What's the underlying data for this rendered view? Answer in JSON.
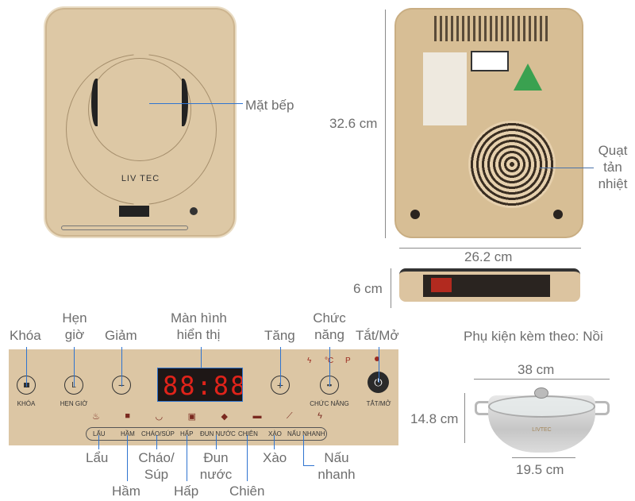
{
  "cooktop_top": {
    "label": "Mặt bếp",
    "brand": "LIV TEC",
    "brand_logo_text": "LIVTEC"
  },
  "cooktop_back": {
    "height_label": "32.6 cm",
    "width_label": "26.2 cm",
    "fan_label": [
      "Quạt",
      "tản",
      "nhiệt"
    ]
  },
  "cooktop_side": {
    "height_label": "6 cm"
  },
  "panel": {
    "callouts_top": [
      {
        "text": [
          "Khóa"
        ]
      },
      {
        "text": [
          "Hẹn",
          "giờ"
        ]
      },
      {
        "text": [
          "Giảm"
        ]
      },
      {
        "text": [
          "Màn hình",
          "hiển thị"
        ]
      },
      {
        "text": [
          "Tăng"
        ]
      },
      {
        "text": [
          "Chức",
          "năng"
        ]
      },
      {
        "text": [
          "Tắt/Mở"
        ]
      }
    ],
    "buttons": [
      {
        "label": "KHÓA",
        "icon": "lock-icon"
      },
      {
        "label": "HẸN GIỜ",
        "icon": "clock-icon"
      },
      {
        "label": "",
        "icon": "minus-icon"
      },
      {
        "label": "",
        "icon": "plus-icon"
      },
      {
        "label": "CHỨC NĂNG",
        "icon": "grid-icon"
      },
      {
        "label": "TẮT/MỞ",
        "icon": "power-icon"
      }
    ],
    "display": "88:88",
    "indicators": [
      "ϟ",
      "°C",
      "P"
    ],
    "modes": [
      "LẨU",
      "HẦM",
      "CHÁO/SÚP",
      "HẤP",
      "ĐUN NƯỚC",
      "CHIÊN",
      "XÀO",
      "NẤU NHANH"
    ],
    "callouts_bottom": [
      {
        "text": [
          "Lẩu"
        ]
      },
      {
        "text": [
          "Hầm"
        ]
      },
      {
        "text": [
          "Cháo/",
          "Súp"
        ]
      },
      {
        "text": [
          "Hấp"
        ]
      },
      {
        "text": [
          "Đun",
          "nước"
        ]
      },
      {
        "text": [
          "Chiên"
        ]
      },
      {
        "text": [
          "Xào"
        ]
      },
      {
        "text": [
          "Nấu",
          "nhanh"
        ]
      }
    ],
    "colors": {
      "panel": "#dcc6a4",
      "display_text": "#e0231a",
      "callout_line": "#2f74d0"
    }
  },
  "accessory": {
    "title": "Phụ kiện kèm theo: Nồi",
    "width_label": "38 cm",
    "height_label": "14.8 cm",
    "base_label": "19.5 cm",
    "pot_brand": "LIVTEC"
  }
}
